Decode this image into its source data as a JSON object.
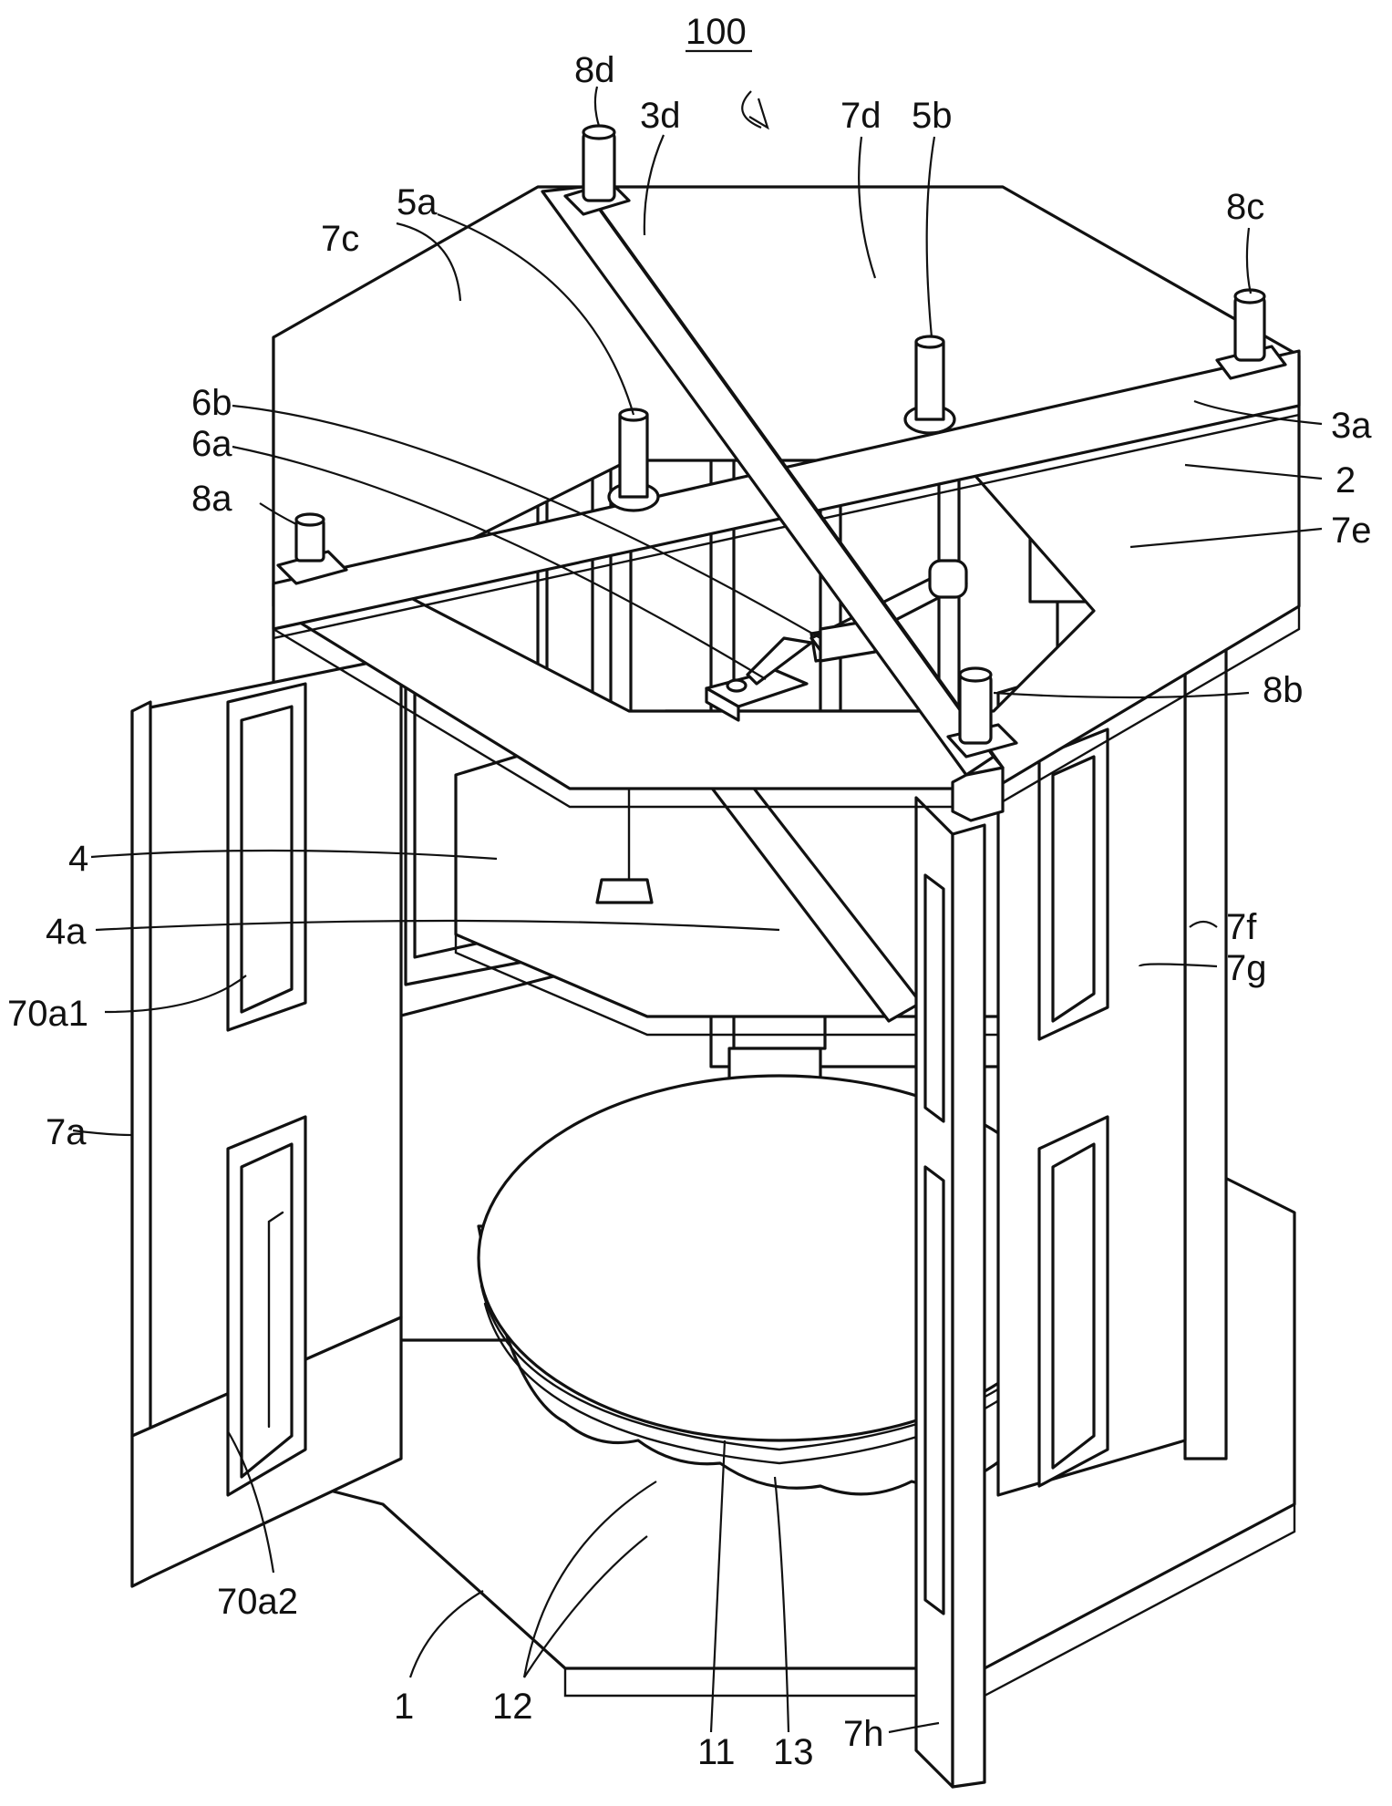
{
  "figure": {
    "reference_numeral": "100",
    "labels": {
      "n1": "1",
      "n2": "2",
      "n3a": "3a",
      "n3d": "3d",
      "n4": "4",
      "n4a": "4a",
      "n5a": "5a",
      "n5b": "5b",
      "n6a": "6a",
      "n6b": "6b",
      "n7a": "7a",
      "n7c": "7c",
      "n7d": "7d",
      "n7e": "7e",
      "n7f": "7f",
      "n7g": "7g",
      "n7h": "7h",
      "n8a": "8a",
      "n8b": "8b",
      "n8c": "8c",
      "n8d": "8d",
      "n11": "11",
      "n12": "12",
      "n13": "13",
      "n70a1": "70a1",
      "n70a2": "70a2"
    }
  }
}
